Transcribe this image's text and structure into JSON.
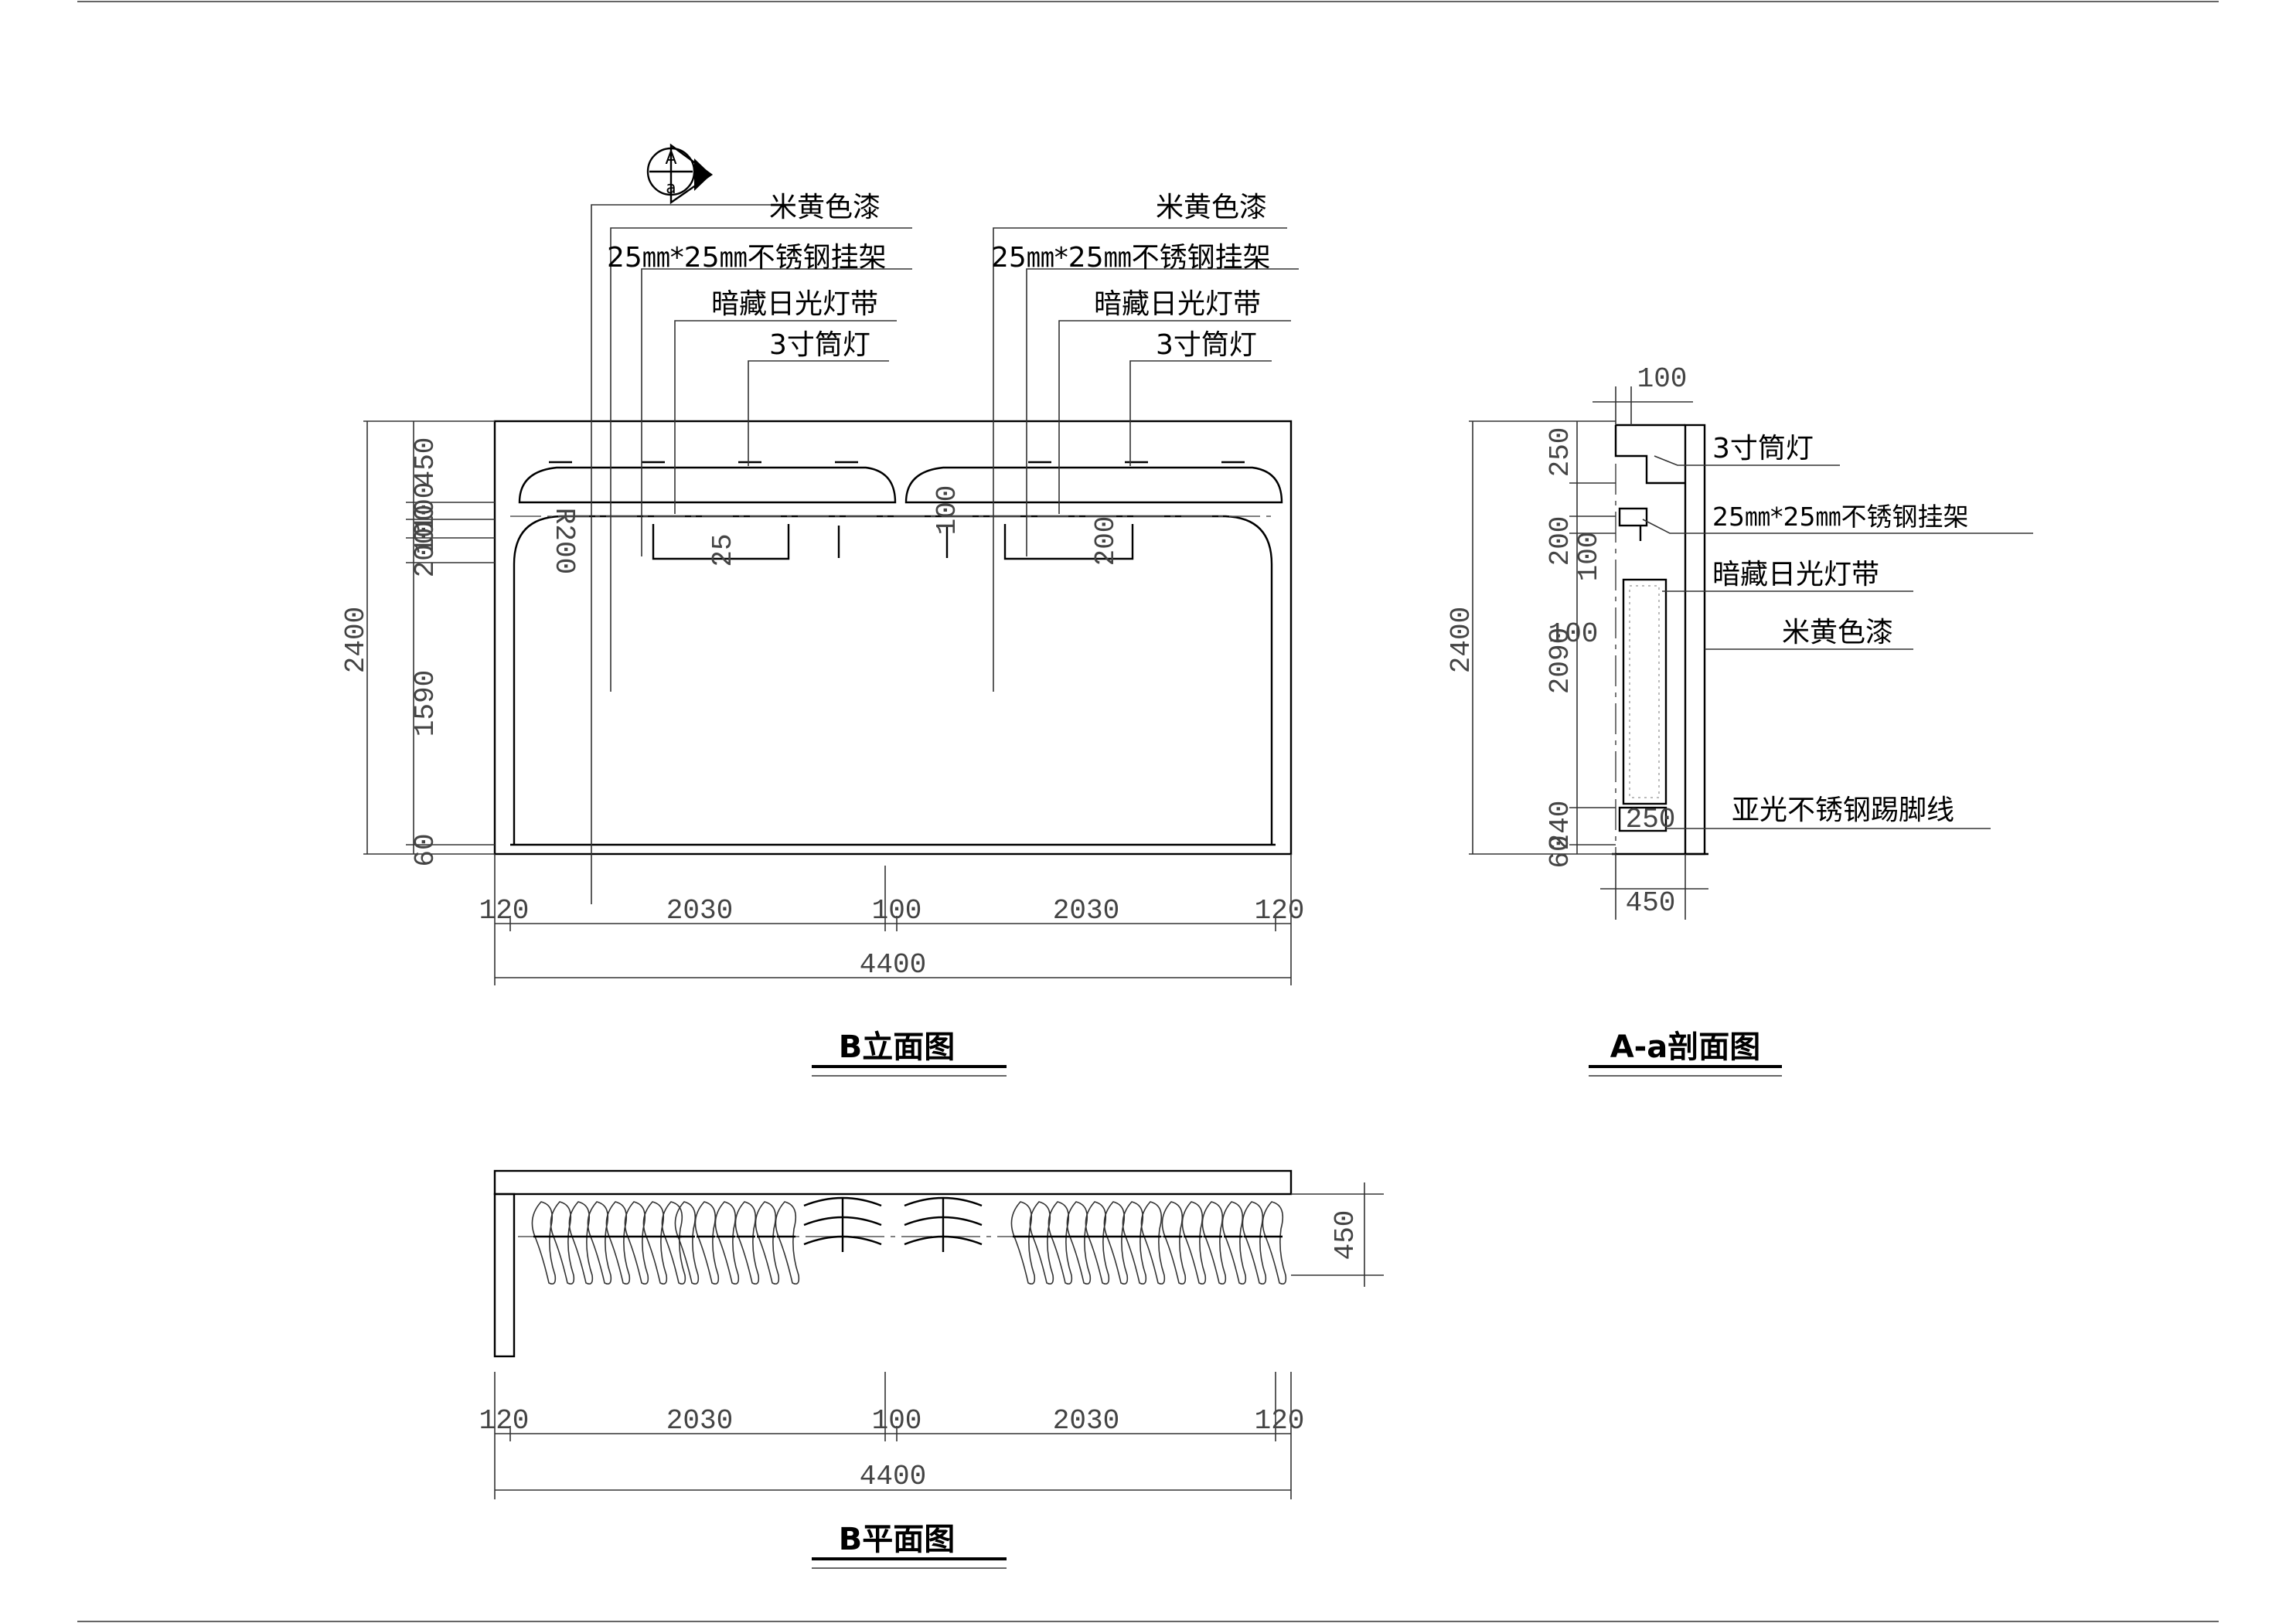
{
  "elevation": {
    "title": "B立面图",
    "callout": {
      "top": "A",
      "bottom": "a"
    },
    "labels_left": [
      "米黄色漆",
      "25㎜*25㎜不锈钢挂架",
      "暗藏日光灯带",
      "3寸筒灯"
    ],
    "labels_right": [
      "米黄色漆",
      "25㎜*25㎜不锈钢挂架",
      "暗藏日光灯带",
      "3寸筒灯"
    ],
    "dims_left": [
      "450",
      "100",
      "100",
      "200",
      "1590",
      "60"
    ],
    "dim_total_height": "2400",
    "dims_bottom": [
      "120",
      "2030",
      "100",
      "2030",
      "120"
    ],
    "dim_total_width": "4400",
    "inner_dims": {
      "radius": "R200",
      "d25": "25",
      "d100": "100",
      "d200": "200"
    }
  },
  "section": {
    "title": "A-a剖面图",
    "dim_top": "100",
    "dims_left": [
      "250",
      "200",
      "100",
      "2090",
      "240",
      "60"
    ],
    "dim_inner_100": "100",
    "dim_inner_250": "250",
    "dim_total_height": "2400",
    "dim_bottom": "450",
    "labels": [
      "3寸筒灯",
      "25㎜*25㎜不锈钢挂架",
      "暗藏日光灯带",
      "米黄色漆",
      "亚光不锈钢踢脚线"
    ]
  },
  "plan": {
    "title": "B平面图",
    "dim_right": "450",
    "dims_bottom": [
      "120",
      "2030",
      "100",
      "2030",
      "120"
    ],
    "dim_total_width": "4400"
  }
}
